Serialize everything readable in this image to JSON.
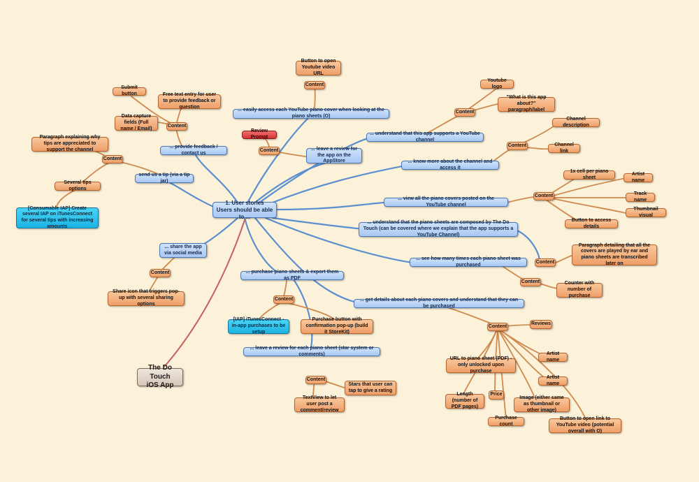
{
  "root": {
    "line1": "1. User stories",
    "line2": "Users should be able to ..."
  },
  "app": {
    "line1": "The Do Touch",
    "line2": "iOS App"
  },
  "youtube_access": {
    "story": "... easily access each YouTube piano cover when looking at the piano sheets (O)",
    "content": "Content",
    "button": "Button to open Youtube video URL"
  },
  "feedback": {
    "story": "... provide feedback / contact us",
    "content": "Content",
    "submit": "Submit button",
    "free_text": "Free text entry for user to provide feedback or question",
    "data_capture": "Data capture fields (Full name / Email)"
  },
  "review_app": {
    "story": "... leave a review for the app on the AppStore",
    "content": "Content",
    "prompt": "Review Prompt"
  },
  "tip": {
    "story": "send us a tip (via a tip jar)",
    "content": "Content",
    "paragraph": "Paragraph explaining why tips are appreciated to support the channel",
    "options": "Several tips options",
    "iap": "[Consumable IAP] Create several IAP on iTunesConnect for several tips with increasing amounts"
  },
  "channel_support": {
    "story": "... understand that this app supports a YouTube channel",
    "content": "Content",
    "logo": "Youtube logo",
    "what_is": "\"What is this app about?\" paragraph/label"
  },
  "channel_more": {
    "story": "... know more about the channel and access it",
    "content": "Content",
    "description": "Channel description",
    "link": "Channel link"
  },
  "covers": {
    "story": "... view all the piano covers posted on the YouTube channel",
    "content": "Content",
    "cell": "1x cell per piano sheet",
    "artist": "Artist name",
    "track": "Track name",
    "thumb": "Thumbnail visual",
    "details_button": "Button to access details"
  },
  "composed": {
    "story": "... understand that the piano sheets are composed by The Do Touch (can be covered where we explain that the app supports a YouTube Channel)",
    "content": "Content",
    "paragraph": "Paragraph detailing that all the covers are played by ear and piano sheets are transcribed later on"
  },
  "purchased_count": {
    "story": "... see how many times each piano sheet was purchased",
    "content": "Content",
    "counter": "Counter with number of purchase"
  },
  "share": {
    "story": "... share the app via social media",
    "content": "Content",
    "icon": "Share icon that triggers pop-up with several sharing options"
  },
  "purchase": {
    "story": "... purchase piano sheets & export them as PDF",
    "content": "Content",
    "iap": "[IAP] iTunesConnect - in-app purchases to be setup",
    "button": "Purchase button with confirmation pop-up (build it StoreKit)"
  },
  "review_sheet": {
    "story": "... leave a review for each piano sheet (star system or comments)",
    "content": "Content",
    "stars": "Stars that user can tap to give a rating",
    "textview": "TextView to let user post a comment/review"
  },
  "details": {
    "story": "... get details about each piano covers and understand that they can be purchased",
    "content": "Content",
    "reviews": "Reviews",
    "url": "URL to piano sheet (PDF) - only unlocked upon purchase",
    "artist1": "Artist name",
    "artist2": "Artist name",
    "price": "Price",
    "length": "Length (number of PDF pages)",
    "purchase_count": "Purchase count",
    "image": "Image (either same as thumbnail or other image)",
    "yt_button": "Button to open link to YouTube video (potential overall with O)"
  },
  "colors": {
    "background": "#fcf1d9",
    "story_fill": "#a9c8f2",
    "content_fill": "#ef9f68",
    "iap_fill": "#1bb3e3",
    "alert_fill": "#d83535",
    "link_blue": "#5b8fcf",
    "link_orange": "#cf8a4e",
    "link_red": "#c86060"
  }
}
